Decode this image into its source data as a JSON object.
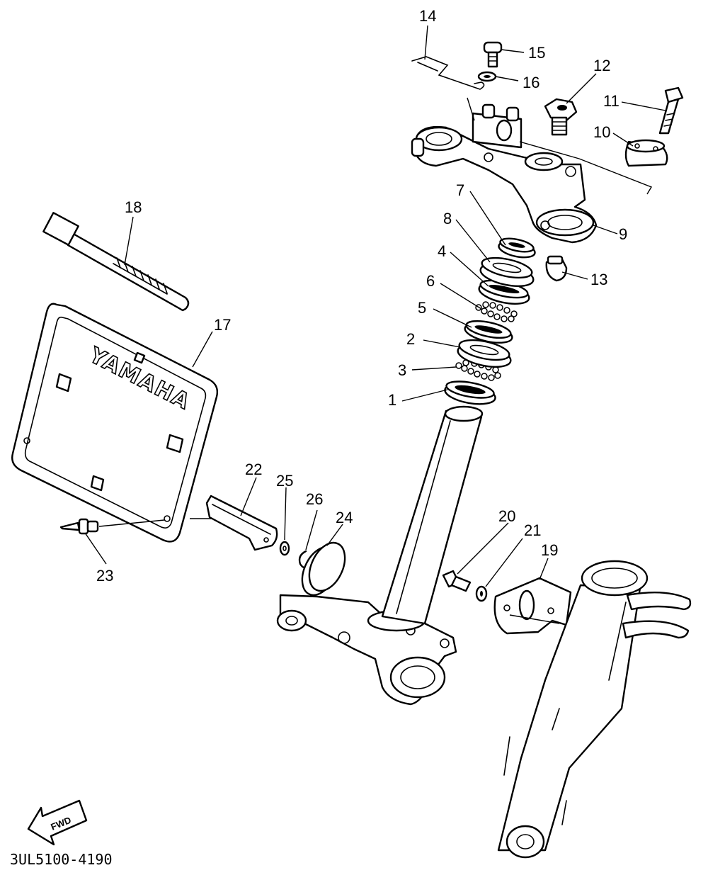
{
  "diagram": {
    "reference_code": "3UL5100-4190",
    "brand_lettering": "YAMAHA",
    "direction_marker": "FWD",
    "parts": [
      {
        "id": "p1",
        "number": "1"
      },
      {
        "id": "p2",
        "number": "2"
      },
      {
        "id": "p3",
        "number": "3"
      },
      {
        "id": "p4",
        "number": "4"
      },
      {
        "id": "p5",
        "number": "5"
      },
      {
        "id": "p6",
        "number": "6"
      },
      {
        "id": "p7",
        "number": "7"
      },
      {
        "id": "p8",
        "number": "8"
      },
      {
        "id": "p9",
        "number": "9"
      },
      {
        "id": "p10",
        "number": "10"
      },
      {
        "id": "p11",
        "number": "11"
      },
      {
        "id": "p12",
        "number": "12"
      },
      {
        "id": "p13",
        "number": "13"
      },
      {
        "id": "p14",
        "number": "14"
      },
      {
        "id": "p15",
        "number": "15"
      },
      {
        "id": "p16",
        "number": "16"
      },
      {
        "id": "p17",
        "number": "17"
      },
      {
        "id": "p18",
        "number": "18"
      },
      {
        "id": "p19",
        "number": "19"
      },
      {
        "id": "p20",
        "number": "20"
      },
      {
        "id": "p21",
        "number": "21"
      },
      {
        "id": "p22",
        "number": "22"
      },
      {
        "id": "p23",
        "number": "23"
      },
      {
        "id": "p24",
        "number": "24"
      },
      {
        "id": "p25",
        "number": "25"
      },
      {
        "id": "p26",
        "number": "26"
      }
    ]
  }
}
